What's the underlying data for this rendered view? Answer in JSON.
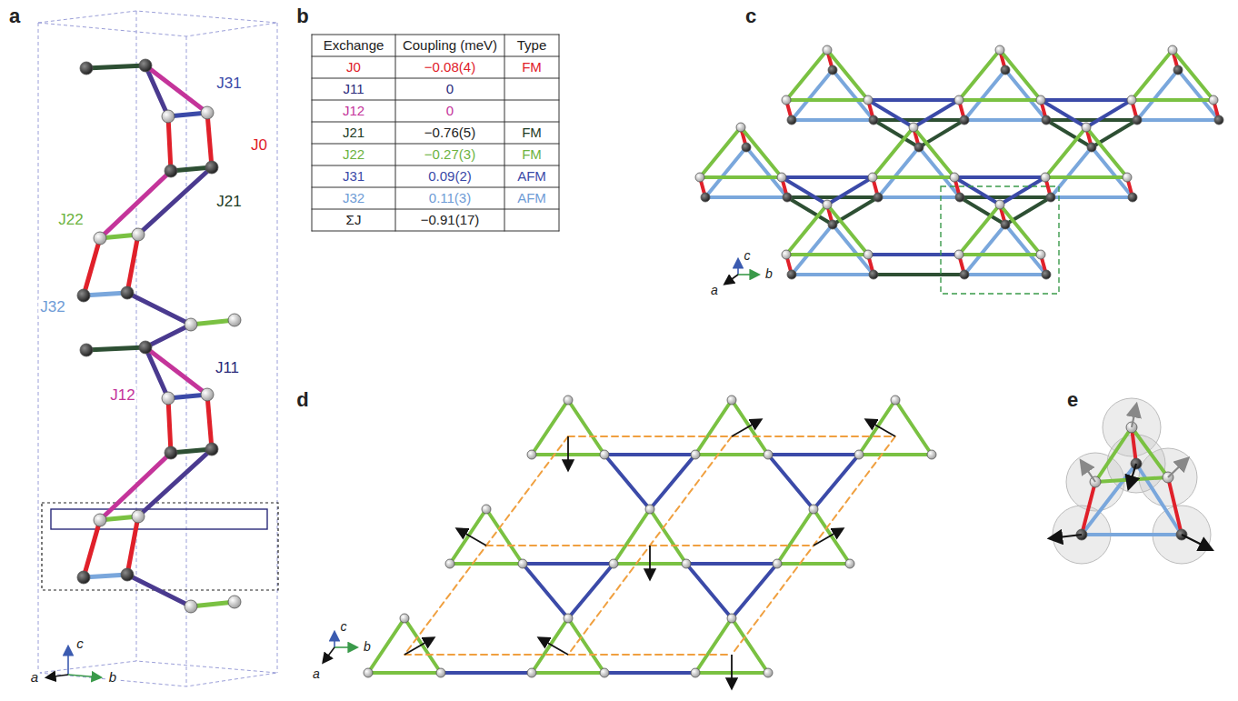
{
  "diagram": {
    "labels": [
      "a",
      "J31",
      "J0",
      "J22",
      "J21",
      "J32",
      "J11",
      "J12",
      "c",
      "a",
      "b",
      "b",
      "Exchange",
      "Coupling (meV)",
      "Type",
      "J0",
      "−0.08(4)",
      "FM",
      "J11",
      "0",
      "J12",
      "0",
      "J21",
      "−0.76(5)",
      "FM",
      "J22",
      "−0.27(3)",
      "FM",
      "J31",
      "0.09(2)",
      "AFM",
      "J32",
      "0.11(3)",
      "AFM",
      "ΣJ",
      "−0.91(17)",
      "c",
      "c",
      "a",
      "b",
      "d",
      "c",
      "a",
      "b",
      "e"
    ]
  }
}
